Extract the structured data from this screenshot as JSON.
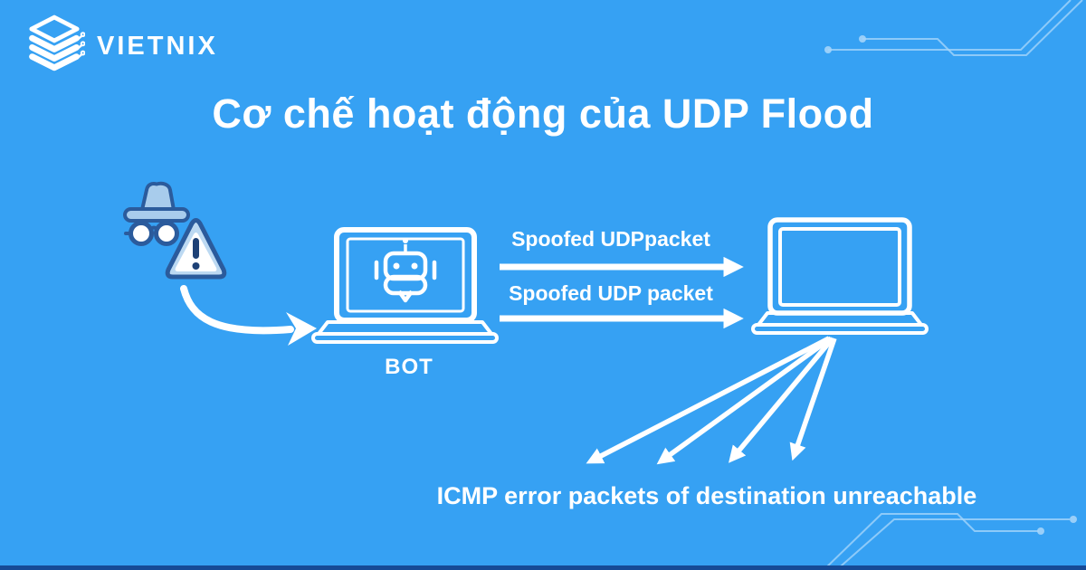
{
  "theme": {
    "bg": "#36A1F3",
    "white": "#FFFFFF",
    "circuit": "#A4D4FA",
    "navy": "#2B5B9C",
    "navy_dark": "#1E4176",
    "icon_fill_light": "#A8CCEC",
    "triangle_ring": "#BCD9F2",
    "bottom_bar": "#164A96"
  },
  "brand": {
    "name": "VIETNIX"
  },
  "title": "Cơ chế hoạt động của UDP Flood",
  "diagram": {
    "bot_label": "BOT",
    "flow_labels": [
      "Spoofed UDPpacket",
      "Spoofed UDP packet"
    ],
    "icmp_label": "ICMP error packets of destination unreachable",
    "fan_arrow_count": 4,
    "icons": {
      "logo": "vietnix-stack-circuit-icon",
      "attacker": "hacker-spy-icon",
      "warning": "warning-triangle-icon",
      "bot_device": "laptop-with-bot-icon",
      "target_device": "laptop-icon"
    }
  }
}
